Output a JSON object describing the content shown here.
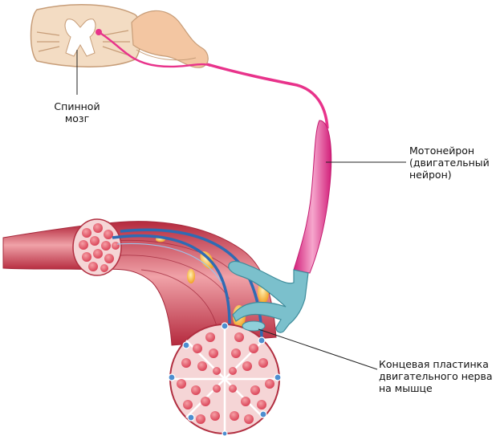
{
  "labels": {
    "spinal_cord": [
      "Спинной",
      "мозг"
    ],
    "motor_neuron": [
      "Мотонейрон",
      "(двигательный",
      "нейрон)"
    ],
    "end_plate": [
      "Концевая пластинка",
      "двигательного нерва",
      "на мышце"
    ]
  },
  "colors": {
    "spinal_cord": "#f3dcc3",
    "spinal_outline": "#c79d78",
    "gray_matter": "#ffffff",
    "nerve_axon": "#e8338b",
    "axon_highlight": "#f8a9cf",
    "muscle": "#d6475a",
    "muscle_dark": "#b12e40",
    "muscle_light": "#f1a1a6",
    "fiber_cell": "#e45a6a",
    "nerve_branch": "#3f7fc4",
    "terminal": "#68b6c4",
    "fat_cell": "#f6b32c",
    "leader_line": "#222222"
  }
}
